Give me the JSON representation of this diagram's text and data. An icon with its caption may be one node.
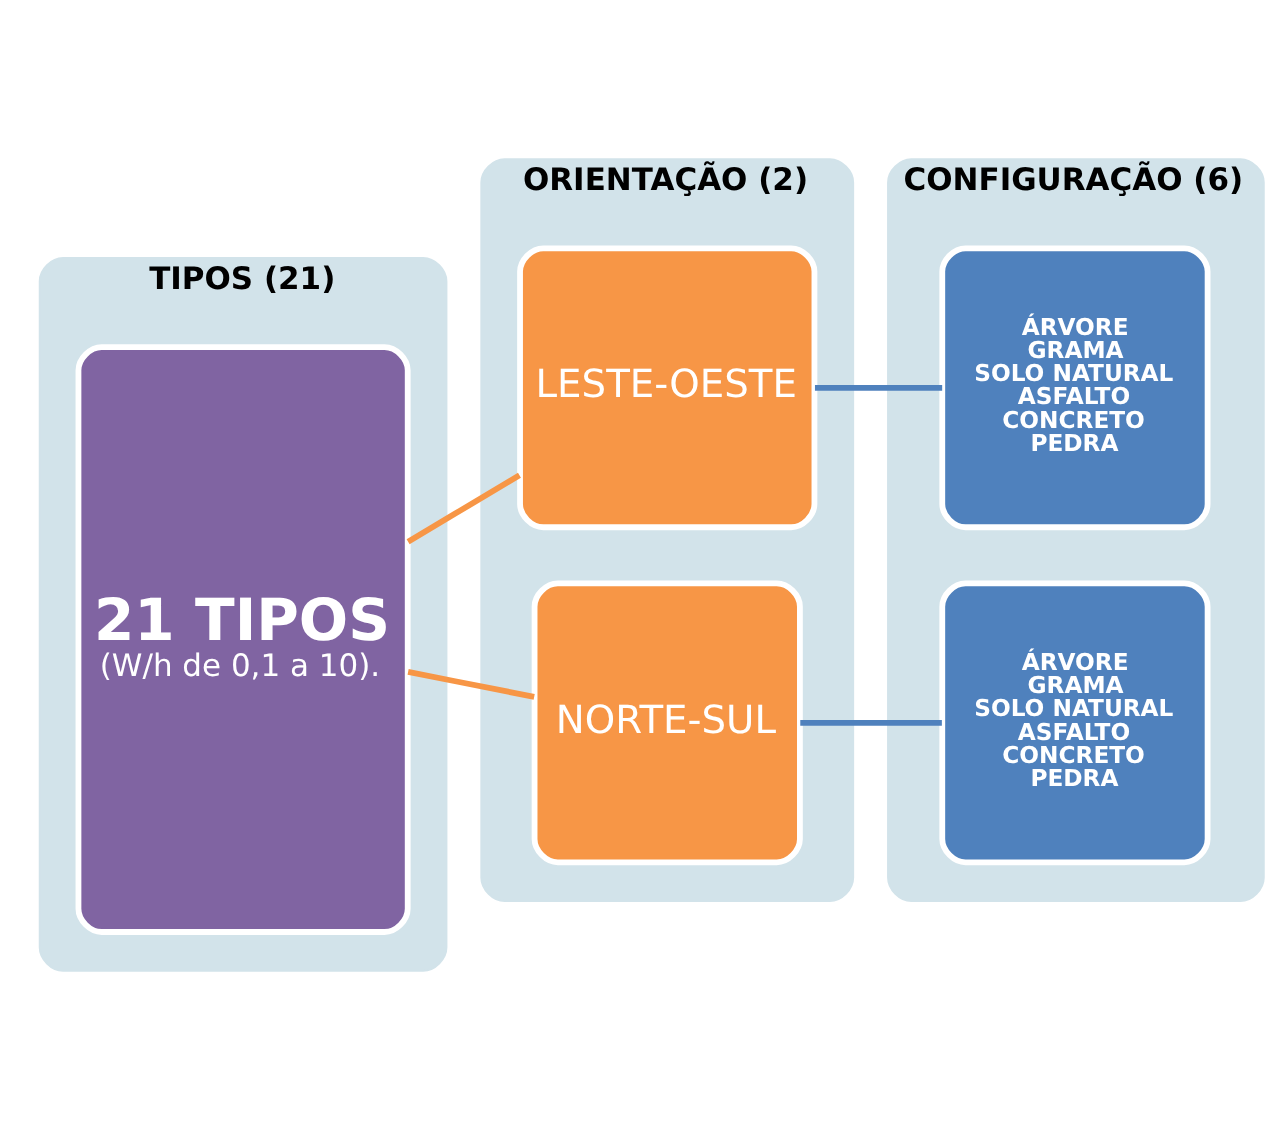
{
  "diagram": {
    "nodes": [
      {
        "text": [
          "TIPOS (21)"
        ]
      },
      {
        "text": [
          "21 TIPOS",
          "(W/h de 0,1 a 10)."
        ],
        "in": 0
      },
      {
        "text": [
          "ORIENTAÇÃO (2)"
        ]
      },
      {
        "text": [
          "LESTE-OESTE"
        ],
        "in": 2
      },
      {
        "text": [
          "NORTE-SUL"
        ],
        "in": 2
      },
      {
        "text": [
          "CONFIGURAÇÃO (6)"
        ]
      },
      {
        "text": [
          "ÁRVORE",
          "GRAMA",
          "SOLO NATURAL",
          "ASFALTO",
          "CONCRETO",
          "PEDRA"
        ],
        "in": 5
      },
      {
        "text": [
          "ÁRVORE",
          "GRAMA",
          "SOLO NATURAL",
          "ASFALTO",
          "CONCRETO",
          "PEDRA"
        ],
        "in": 5
      }
    ],
    "edges": [
      {
        "from": 1,
        "to": 3,
        "arrow": "none",
        "color": "#f79646"
      },
      {
        "from": 1,
        "to": 4,
        "arrow": "none",
        "color": "#f79646"
      },
      {
        "from": 3,
        "to": 6,
        "arrow": "none",
        "color": "#4f81bd"
      },
      {
        "from": 4,
        "to": 7,
        "arrow": "none",
        "color": "#4f81bd"
      }
    ]
  }
}
